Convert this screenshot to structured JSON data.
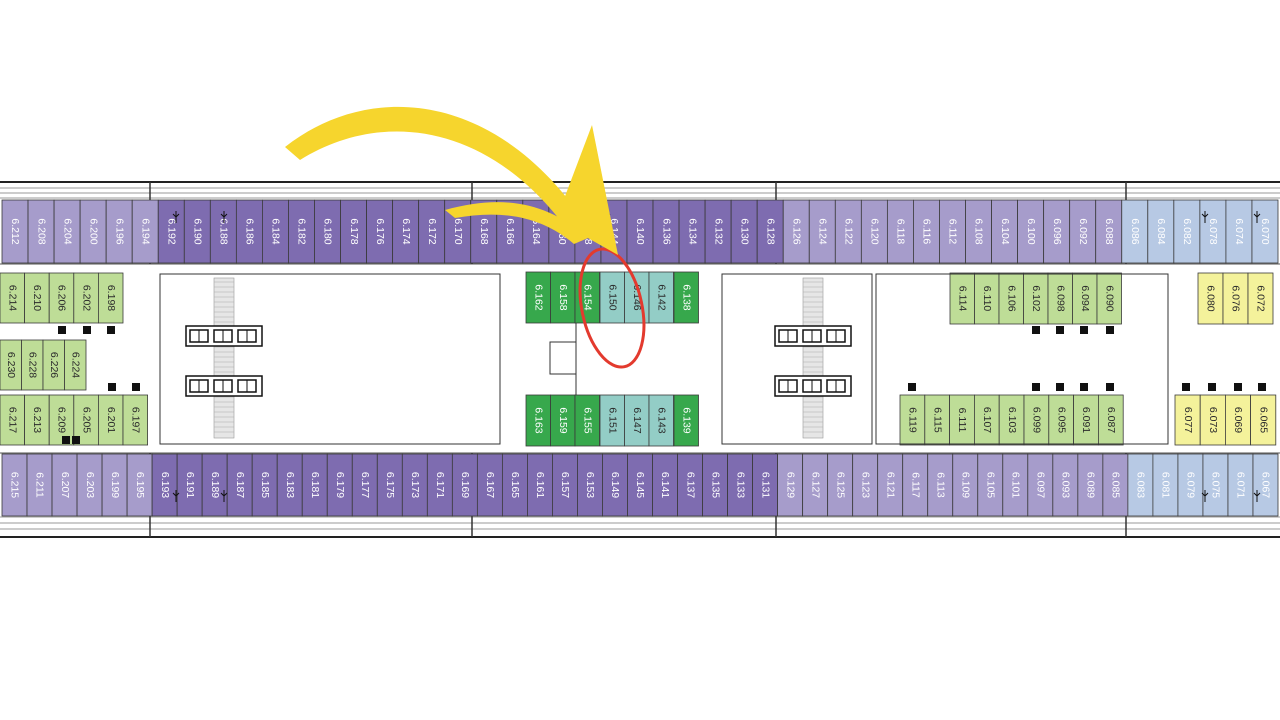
{
  "deck_plan": {
    "colors": {
      "purple": "#7E6CB0",
      "purple_light": "#A69CCB",
      "blue": "#B7C9E4",
      "green_dark": "#37A84C",
      "green_light": "#BEDD97",
      "teal": "#93CDC6",
      "yellow": "#F4F29B",
      "outline": "#3a3a3a",
      "arrow": "#F6D52D",
      "circle": "#E33A2E"
    },
    "rows": {
      "top_outer": [
        "6.212",
        "6.208",
        "6.204",
        "6.200",
        "6.196",
        "6.194",
        "6.192",
        "6.190",
        "6.188",
        "6.186",
        "6.184",
        "6.182",
        "6.180",
        "6.178",
        "6.176",
        "6.174",
        "6.172",
        "6.170",
        "6.168",
        "6.166",
        "6.164",
        "6.160",
        "6.148",
        "6.144",
        "6.140",
        "6.136",
        "6.134",
        "6.132",
        "6.130",
        "6.128",
        "6.126",
        "6.124",
        "6.122",
        "6.120",
        "6.118",
        "6.116",
        "6.112",
        "6.108",
        "6.104",
        "6.100",
        "6.096",
        "6.092",
        "6.088",
        "6.086",
        "6.084",
        "6.082",
        "6.078",
        "6.074",
        "6.070"
      ],
      "top_inner_left": [
        "6.214",
        "6.210",
        "6.206",
        "6.202",
        "6.198"
      ],
      "center_left": [
        "6.230",
        "6.228",
        "6.226",
        "6.224"
      ],
      "mid_lower_left": [
        "6.217",
        "6.213",
        "6.209",
        "6.205",
        "6.201",
        "6.197"
      ],
      "center_top_green": [
        "6.162",
        "6.158",
        "6.154"
      ],
      "center_top_teal": [
        "6.150",
        "6.146",
        "6.142"
      ],
      "center_top_green_end": [
        "6.138"
      ],
      "center_bottom_green": [
        "6.163",
        "6.159",
        "6.155"
      ],
      "center_bottom_teal": [
        "6.151",
        "6.147",
        "6.143"
      ],
      "center_bottom_green_end": [
        "6.139"
      ],
      "right_inner_top": [
        "6.114",
        "6.110",
        "6.106",
        "6.102",
        "6.098",
        "6.094",
        "6.090"
      ],
      "right_inner_top_yellow": [
        "6.080",
        "6.076",
        "6.072"
      ],
      "right_inner_bottom": [
        "6.119",
        "6.115",
        "6.111",
        "6.107",
        "6.103",
        "6.099",
        "6.095",
        "6.091",
        "6.087"
      ],
      "right_inner_bottom_yellow": [
        "6.077",
        "6.073",
        "6.069",
        "6.065"
      ],
      "bottom_outer": [
        "6.215",
        "6.211",
        "6.207",
        "6.203",
        "6.199",
        "6.195",
        "6.193",
        "6.191",
        "6.189",
        "6.187",
        "6.185",
        "6.183",
        "6.181",
        "6.179",
        "6.177",
        "6.175",
        "6.173",
        "6.171",
        "6.169",
        "6.167",
        "6.165",
        "6.161",
        "6.157",
        "6.153",
        "6.149",
        "6.145",
        "6.141",
        "6.137",
        "6.135",
        "6.133",
        "6.131",
        "6.129",
        "6.127",
        "6.125",
        "6.123",
        "6.121",
        "6.117",
        "6.113",
        "6.109",
        "6.105",
        "6.101",
        "6.097",
        "6.093",
        "6.089",
        "6.085",
        "6.083",
        "6.081",
        "6.079",
        "6.075",
        "6.071",
        "6.067"
      ]
    },
    "highlighted_cabin": "6.150"
  }
}
